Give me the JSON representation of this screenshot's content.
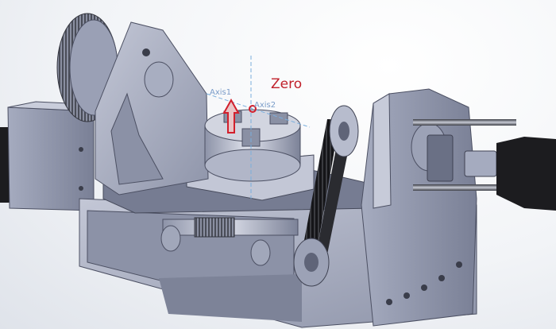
{
  "annotations": {
    "axis1_label": "Axis1",
    "axis2_label": "Axis2",
    "zero_label": "Zero"
  },
  "colors": {
    "axis_label": "#7a9cc9",
    "zero_label": "#c0202a",
    "origin_marker": "#d21f2c",
    "metal_light": "#b9bed0",
    "metal_mid": "#9da3b8",
    "metal_dark": "#5f6478",
    "motor_black": "#1c1c1f"
  },
  "icons": {
    "origin": "circle-marker-icon",
    "direction": "up-arrow-icon"
  }
}
